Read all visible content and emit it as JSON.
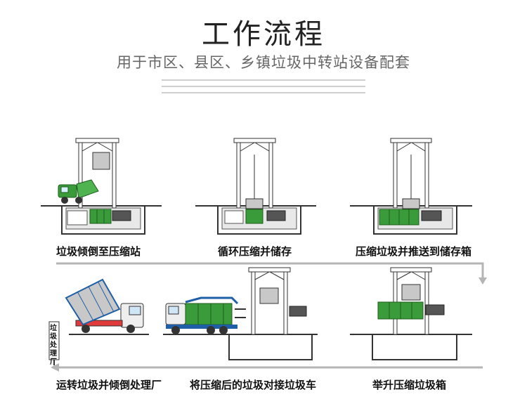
{
  "title": "工作流程",
  "subtitle": "用于市区、县区、乡镇垃圾中转站设备配套",
  "steps": [
    {
      "label": "垃圾倾倒至压缩站"
    },
    {
      "label": "循环压缩并储存"
    },
    {
      "label": "压缩垃圾并推送到储存箱"
    },
    {
      "label": "运转垃圾并倾倒处理厂"
    },
    {
      "label": "将压缩后的垃圾对接垃圾车"
    },
    {
      "label": "举升压缩垃圾箱"
    }
  ],
  "plant_sign": "垃圾处理厂",
  "colors": {
    "container": "#3a9b3a",
    "truck_blue": "#1f5fa8",
    "flow_arrow": "#b5b5b5",
    "frame": "#333333"
  }
}
